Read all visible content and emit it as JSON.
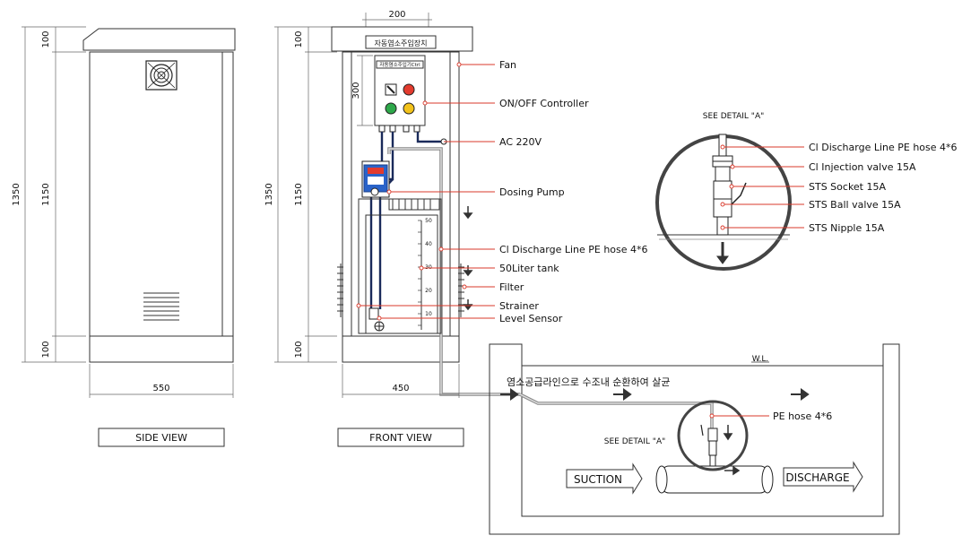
{
  "dimensions": {
    "side_top_100": "100",
    "side_height_1350": "1350",
    "side_body_1150": "1150",
    "side_bottom_100": "100",
    "side_width_550": "550",
    "front_top_100": "100",
    "front_height_1350": "1350",
    "front_body_1150": "1150",
    "front_bottom_100": "100",
    "front_width_450": "450",
    "top_width_200": "200",
    "controller_height_300": "300"
  },
  "view_titles": {
    "side": "SIDE VIEW",
    "front": "FRONT VIEW"
  },
  "cabinet": {
    "header_label": "자동염소주입장치",
    "controller_label": "자동염소주입기Ctrl"
  },
  "callouts": {
    "fan": "Fan",
    "on_off_controller": "ON/OFF Controller",
    "ac_220v": "AC 220V",
    "dosing_pump": "Dosing Pump",
    "cl_discharge_line": "Cl Discharge Line PE hose 4*6",
    "tank": "50Liter tank",
    "filter": "Filter",
    "strainer": "Strainer",
    "level_sensor": "Level Sensor"
  },
  "tank_scale": [
    "50",
    "40",
    "30",
    "20",
    "10"
  ],
  "detail": {
    "title": "SEE DETAIL \"A\"",
    "items": [
      "Cl Discharge Line PE hose 4*6",
      "Cl Injection valve 15A",
      "STS Socket 15A",
      "STS Ball valve 15A",
      "STS Nipple 15A"
    ]
  },
  "basin": {
    "wl": "W.L.",
    "korean_note": "염소공급라인으로 수조내 순환하여 살균",
    "pe_hose": "PE hose 4*6",
    "see_detail": "SEE DETAIL \"A\"",
    "suction": "SUCTION",
    "discharge": "DISCHARGE"
  },
  "colors": {
    "line": "#333333",
    "callout": "#d9392b",
    "hose": "#888888",
    "pump": "#2a63c9",
    "led_red": "#e33b2e",
    "led_green": "#2ea84a",
    "led_yellow": "#f2c21b"
  }
}
